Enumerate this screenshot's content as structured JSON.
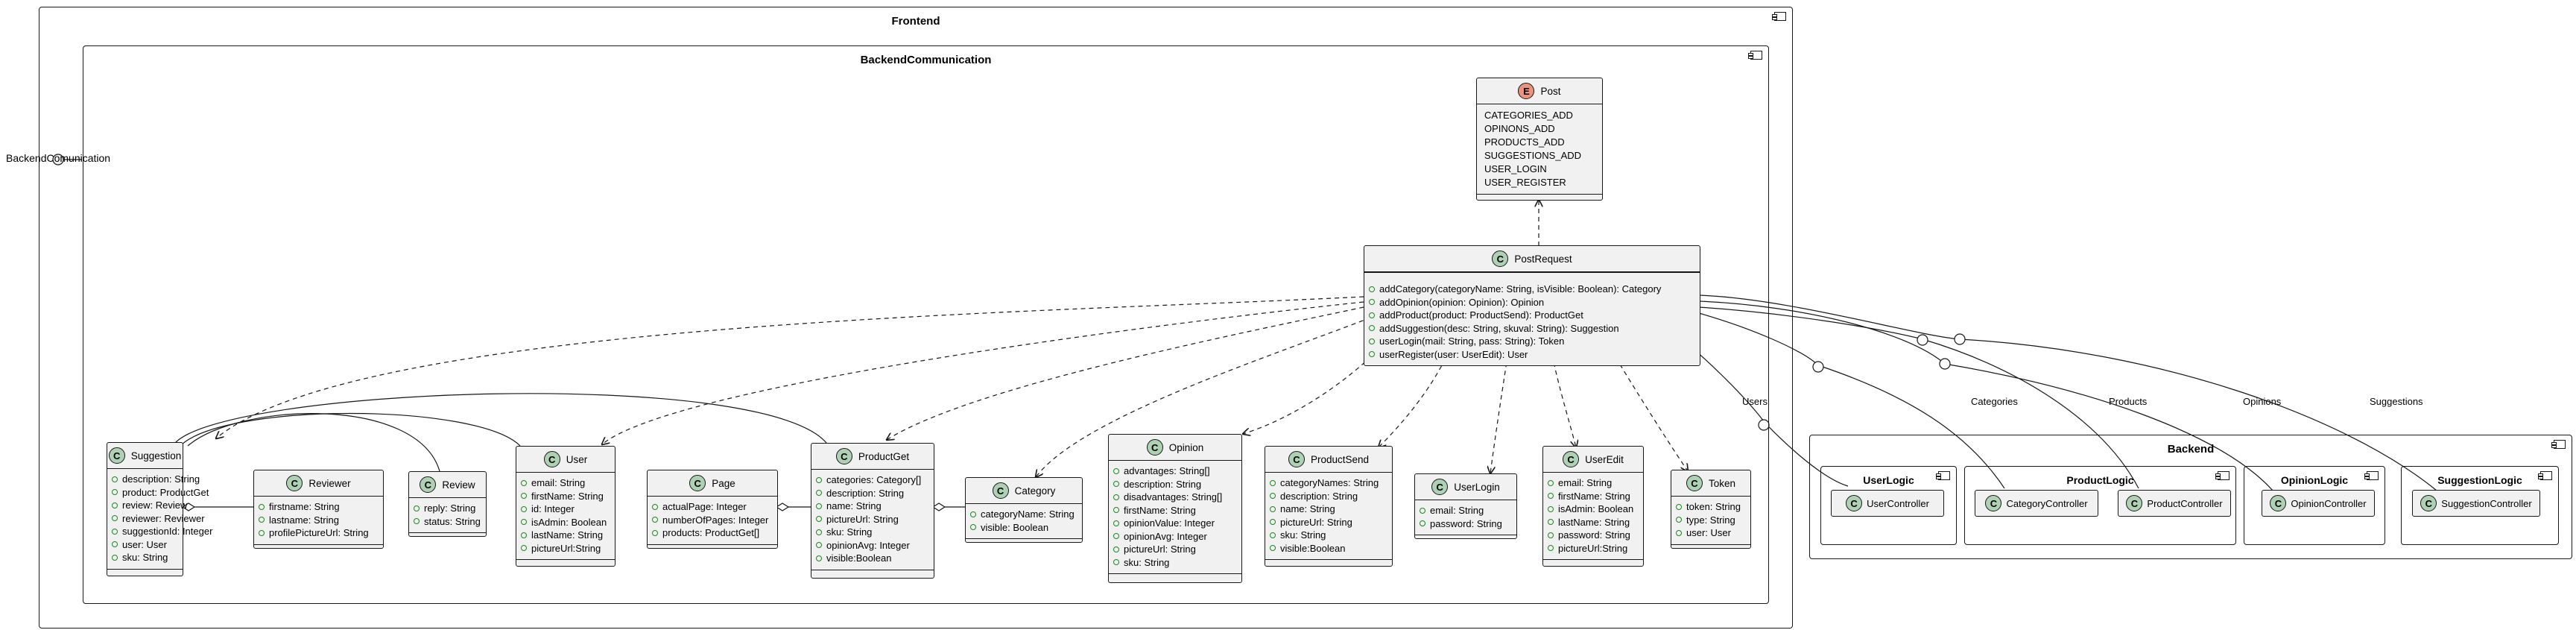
{
  "packages": {
    "frontend": "Frontend",
    "backend_communication": "BackendCommunication",
    "backend": "Backend",
    "user_logic": "UserLogic",
    "product_logic": "ProductLogic",
    "opinion_logic": "OpinionLogic",
    "suggestion_logic": "SuggestionLogic"
  },
  "interface": {
    "label": "BackendComunication"
  },
  "enum_post": {
    "name": "Post",
    "values": [
      "CATEGORIES_ADD",
      "OPINONS_ADD",
      "PRODUCTS_ADD",
      "SUGGESTIONS_ADD",
      "USER_LOGIN",
      "USER_REGISTER"
    ]
  },
  "post_request": {
    "name": "PostRequest",
    "methods": [
      "addCategory(categoryName: String, isVisible: Boolean): Category",
      "addOpinion(opinion: Opinion): Opinion",
      "addProduct(product: ProductSend): ProductGet",
      "addSuggestion(desc: String, skuval: String): Suggestion",
      "userLogin(mail: String, pass: String): Token",
      "userRegister(user: UserEdit): User"
    ]
  },
  "classes": {
    "suggestion": {
      "name": "Suggestion",
      "attrs": [
        "description: String",
        "product: ProductGet",
        "review: Review",
        "reviewer: Reviewer",
        "suggestionId: Integer",
        "user: User",
        "sku: String"
      ]
    },
    "reviewer": {
      "name": "Reviewer",
      "attrs": [
        "firstname: String",
        "lastname: String",
        "profilePictureUrl: String"
      ]
    },
    "review": {
      "name": "Review",
      "attrs": [
        "reply: String",
        "status: String"
      ]
    },
    "user": {
      "name": "User",
      "attrs": [
        "email: String",
        "firstName: String",
        "id: Integer",
        "isAdmin: Boolean",
        "lastName: String",
        "pictureUrl:String"
      ]
    },
    "page": {
      "name": "Page",
      "attrs": [
        "actualPage: Integer",
        "numberOfPages: Integer",
        "products: ProductGet[]"
      ]
    },
    "productget": {
      "name": "ProductGet",
      "attrs": [
        "categories: Category[]",
        "description: String",
        "name: String",
        "pictureUrl: String",
        "sku: String",
        "opinionAvg: Integer",
        "visible:Boolean"
      ]
    },
    "category": {
      "name": "Category",
      "attrs": [
        "categoryName: String",
        "visible: Boolean"
      ]
    },
    "opinion": {
      "name": "Opinion",
      "attrs": [
        "advantages: String[]",
        "description: String",
        "disadvantages: String[]",
        "firstName: String",
        "opinionValue: Integer",
        "opinionAvg: Integer",
        "pictureUrl: String",
        "sku: String"
      ]
    },
    "productsend": {
      "name": "ProductSend",
      "attrs": [
        "categoryNames: String",
        "description: String",
        "name: String",
        "pictureUrl: String",
        "sku: String",
        "visible:Boolean"
      ]
    },
    "userlogin": {
      "name": "UserLogin",
      "attrs": [
        "email: String",
        "password: String"
      ]
    },
    "useredit": {
      "name": "UserEdit",
      "attrs": [
        "email: String",
        "firstName: String",
        "isAdmin: Boolean",
        "lastName: String",
        "password: String",
        "pictureUrl:String"
      ]
    },
    "token": {
      "name": "Token",
      "attrs": [
        "token: String",
        "type: String",
        "user: User"
      ]
    }
  },
  "components": {
    "user_controller": "UserController",
    "category_controller": "CategoryController",
    "product_controller": "ProductController",
    "opinion_controller": "OpinionController",
    "suggestion_controller": "SuggestionController"
  },
  "edge_labels": {
    "users": "Users",
    "categories": "Categories",
    "products": "Products",
    "opinions": "Opinions",
    "suggestions": "Suggestions"
  },
  "icons": {
    "class_badge": "C",
    "enum_badge": "E"
  },
  "colors": {
    "class_badge": "#ADD1B2",
    "enum_badge": "#EB937F",
    "box_fill": "#F1F1F1",
    "line": "#181818"
  }
}
